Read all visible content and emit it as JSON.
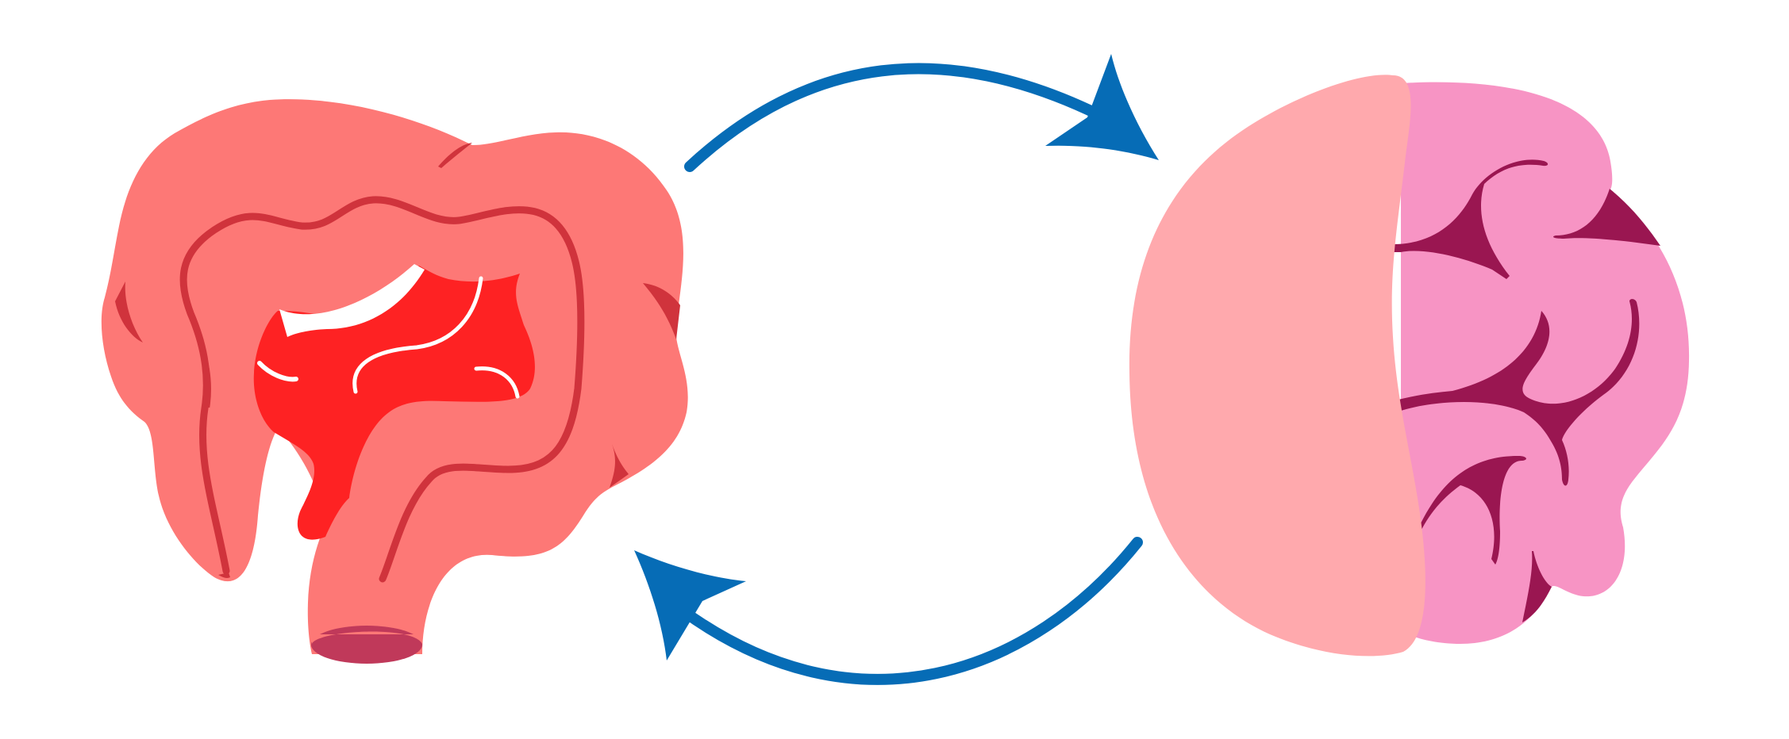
{
  "figure": {
    "background": "#ffffff",
    "elements": [
      {
        "id": "intestine",
        "icon": "intestine-icon",
        "colors": {
          "body": "#fd7876",
          "shadow": "#d0333c",
          "interior": "#fe2223",
          "highlight": "#ffffff",
          "opening": "#c0395a"
        }
      },
      {
        "id": "brain",
        "icon": "brain-icon",
        "colors": {
          "base": "#f794c4",
          "front_lobe": "#ffa9ad",
          "folds": "#9a1651"
        }
      }
    ],
    "connections": [
      {
        "from": "intestine",
        "to": "brain",
        "icon": "curved-arrow-icon",
        "color": "#066cb6"
      },
      {
        "from": "brain",
        "to": "intestine",
        "icon": "curved-arrow-icon",
        "color": "#066cb6"
      }
    ]
  }
}
